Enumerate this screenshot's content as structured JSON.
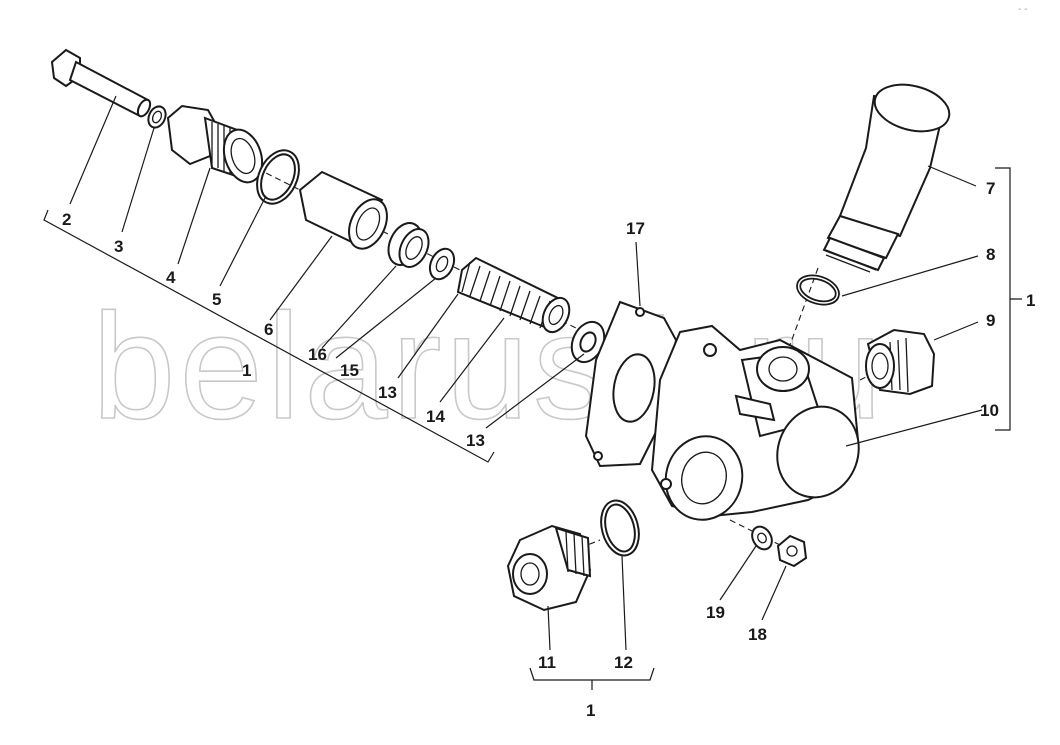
{
  "watermark": "belarus1.ru",
  "corner_mark": "- -",
  "callouts": {
    "p1a": "1",
    "p1b": "1",
    "p1c": "1",
    "p2": "2",
    "p3": "3",
    "p4": "4",
    "p5": "5",
    "p6": "6",
    "p7": "7",
    "p8": "8",
    "p9": "9",
    "p10": "10",
    "p11": "11",
    "p12": "12",
    "p13a": "13",
    "p13b": "13",
    "p14": "14",
    "p15": "15",
    "p16": "16",
    "p17": "17",
    "p18": "18",
    "p19": "19"
  }
}
